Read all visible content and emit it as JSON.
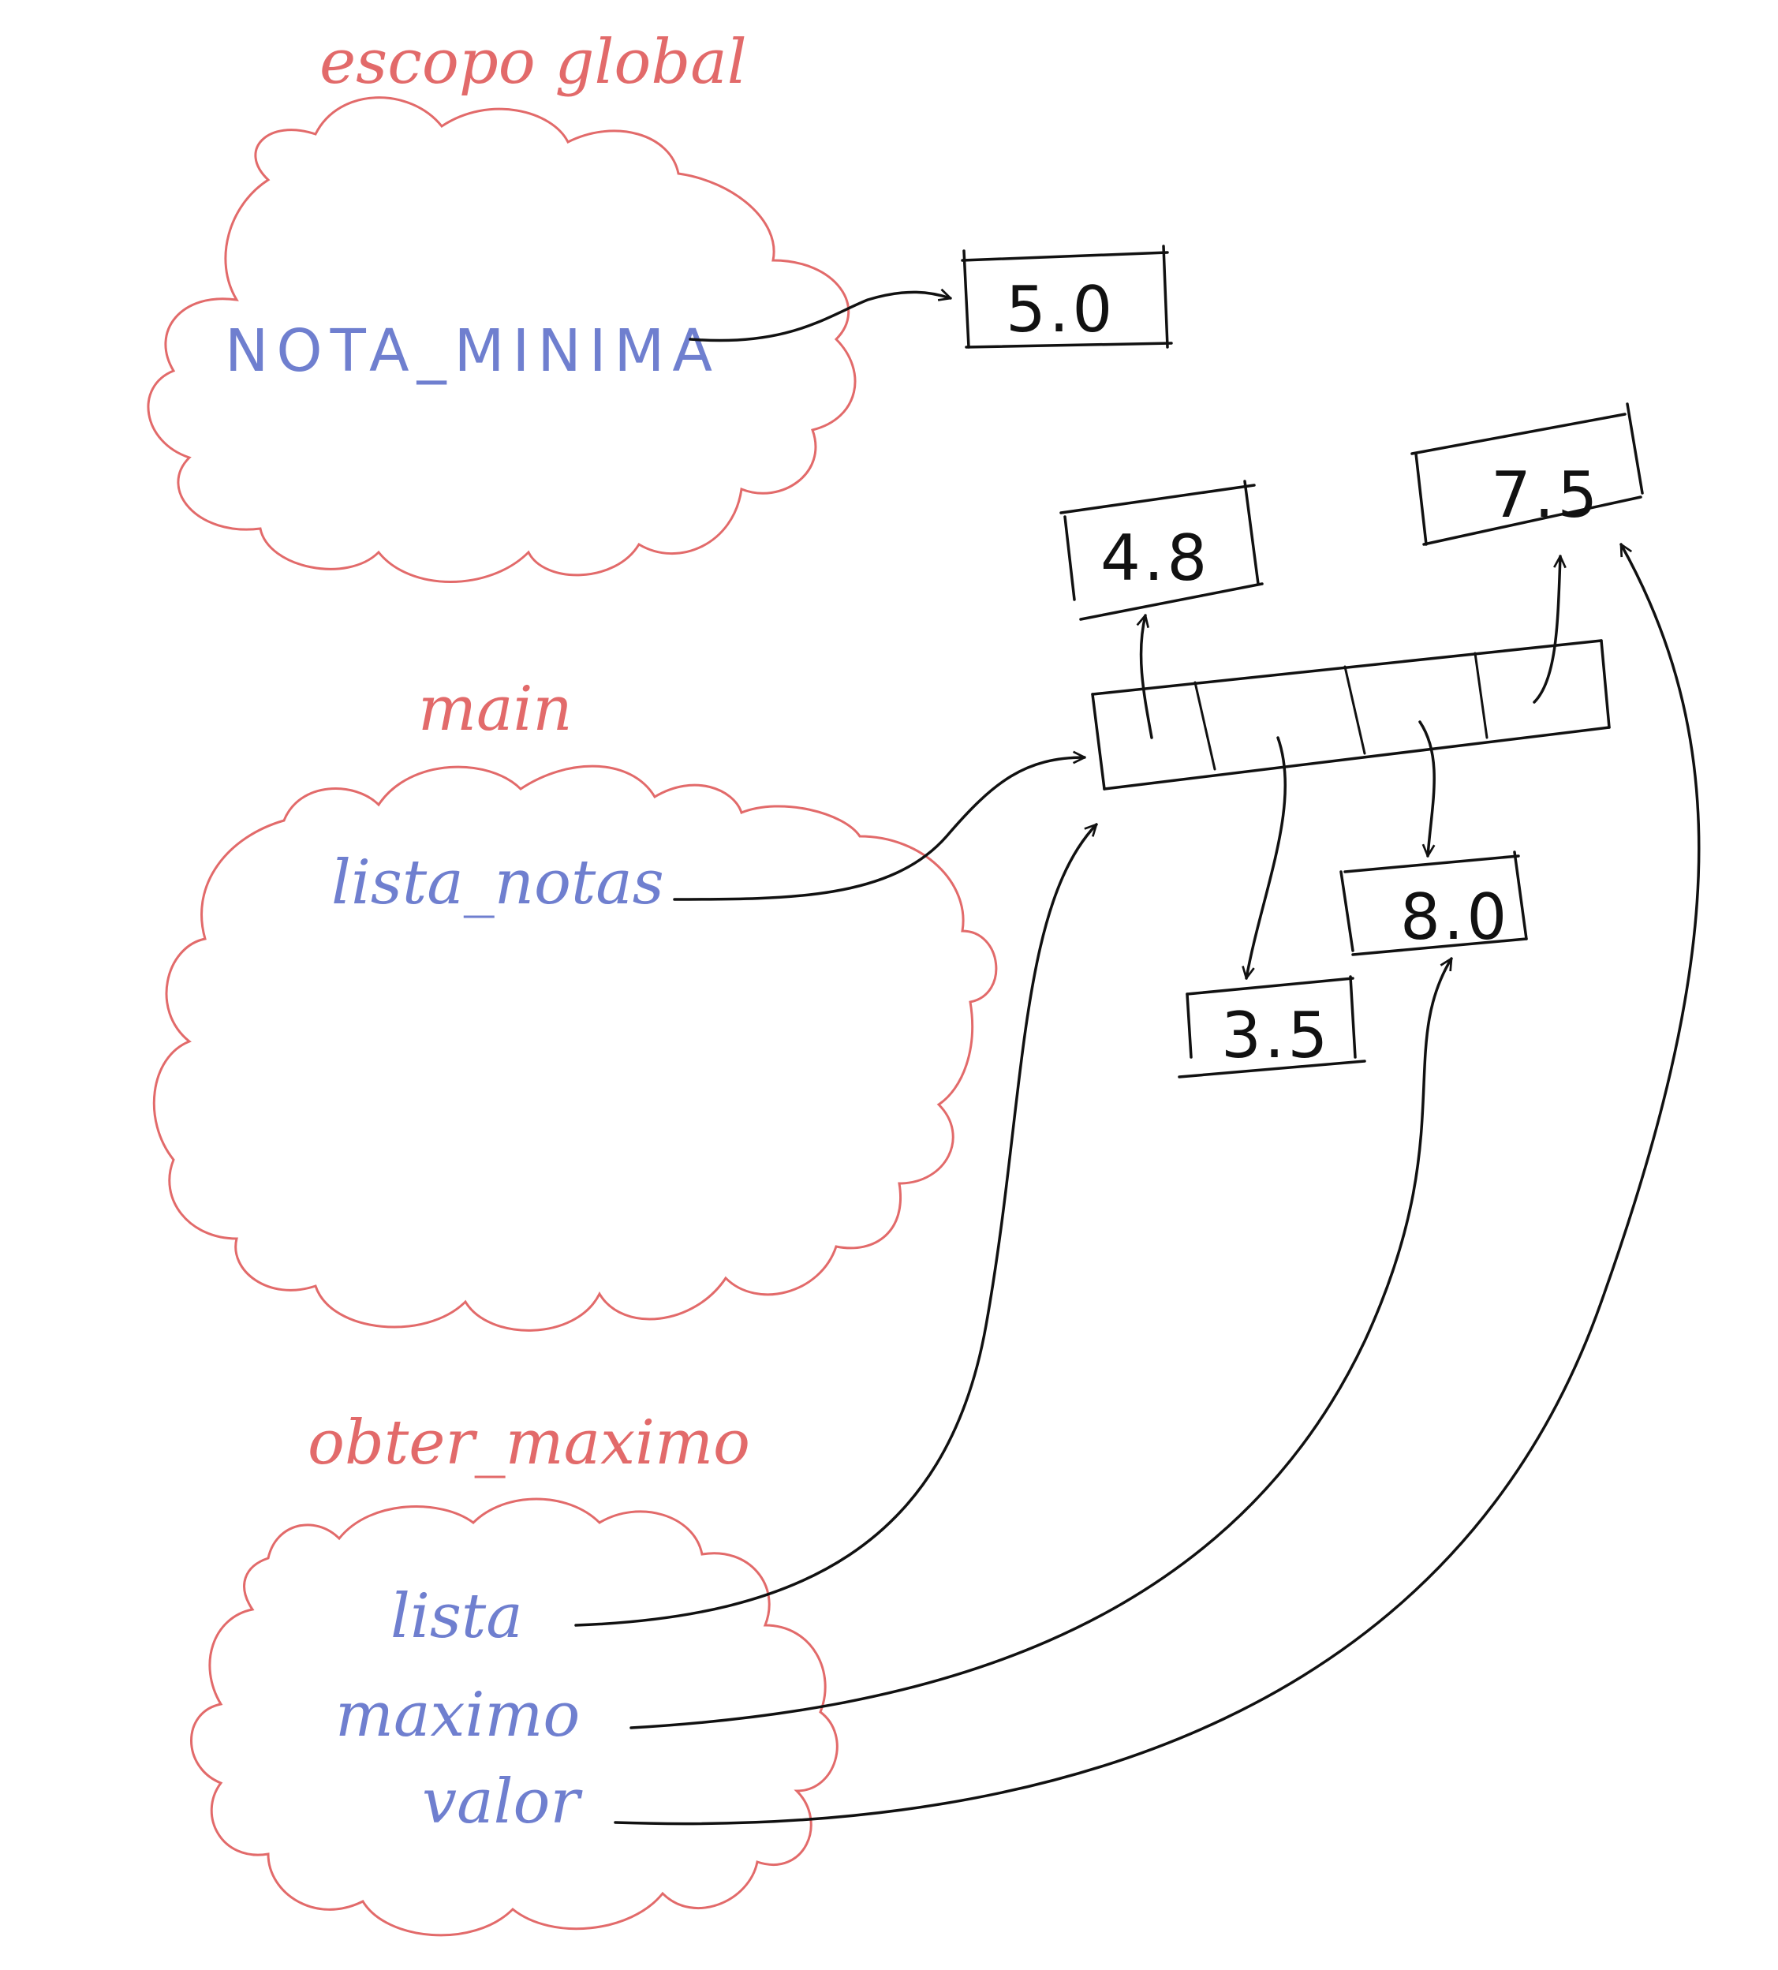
{
  "scopes": {
    "global": {
      "title": "escopo global",
      "variables": [
        "NOTA_MINIMA"
      ]
    },
    "main": {
      "title": "main",
      "variables": [
        "lista_notas"
      ]
    },
    "obter_maximo": {
      "title": "obter_maximo",
      "variables": [
        "lista",
        "maximo",
        "valor"
      ]
    }
  },
  "objects": {
    "nota_minima": "5.0",
    "item_0": "4.8",
    "item_1": "3.5",
    "item_3": "8.0",
    "item_4": "7.5"
  },
  "colors": {
    "scope": "#e26a6a",
    "variable": "#6f7fcf",
    "ink": "#111111"
  }
}
